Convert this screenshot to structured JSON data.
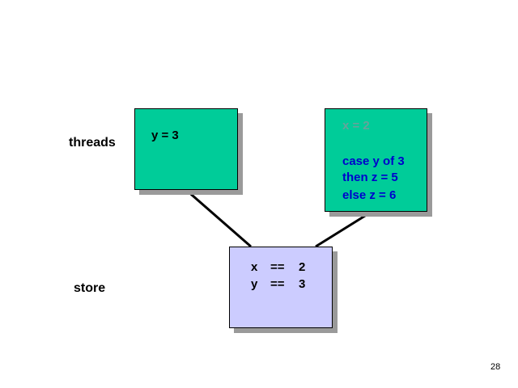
{
  "labels": {
    "threads": "threads",
    "store": "store"
  },
  "thread_left": {
    "line1": "y = 3"
  },
  "thread_right": {
    "line1": "x = 2",
    "line2": "case y of 3",
    "line3": "then z = 5",
    "line4": "else z = 6"
  },
  "store": {
    "rows": [
      {
        "var": "x",
        "op": "==",
        "val": "2"
      },
      {
        "var": "y",
        "op": "==",
        "val": "3"
      }
    ]
  },
  "page_number": "28",
  "colors": {
    "thread_fill": "#00cc99",
    "store_fill": "#ccccff",
    "shadow": "#9a9a9a",
    "executed_text": "#66a39a",
    "pending_text": "#0000cc",
    "connector": "#000000"
  }
}
